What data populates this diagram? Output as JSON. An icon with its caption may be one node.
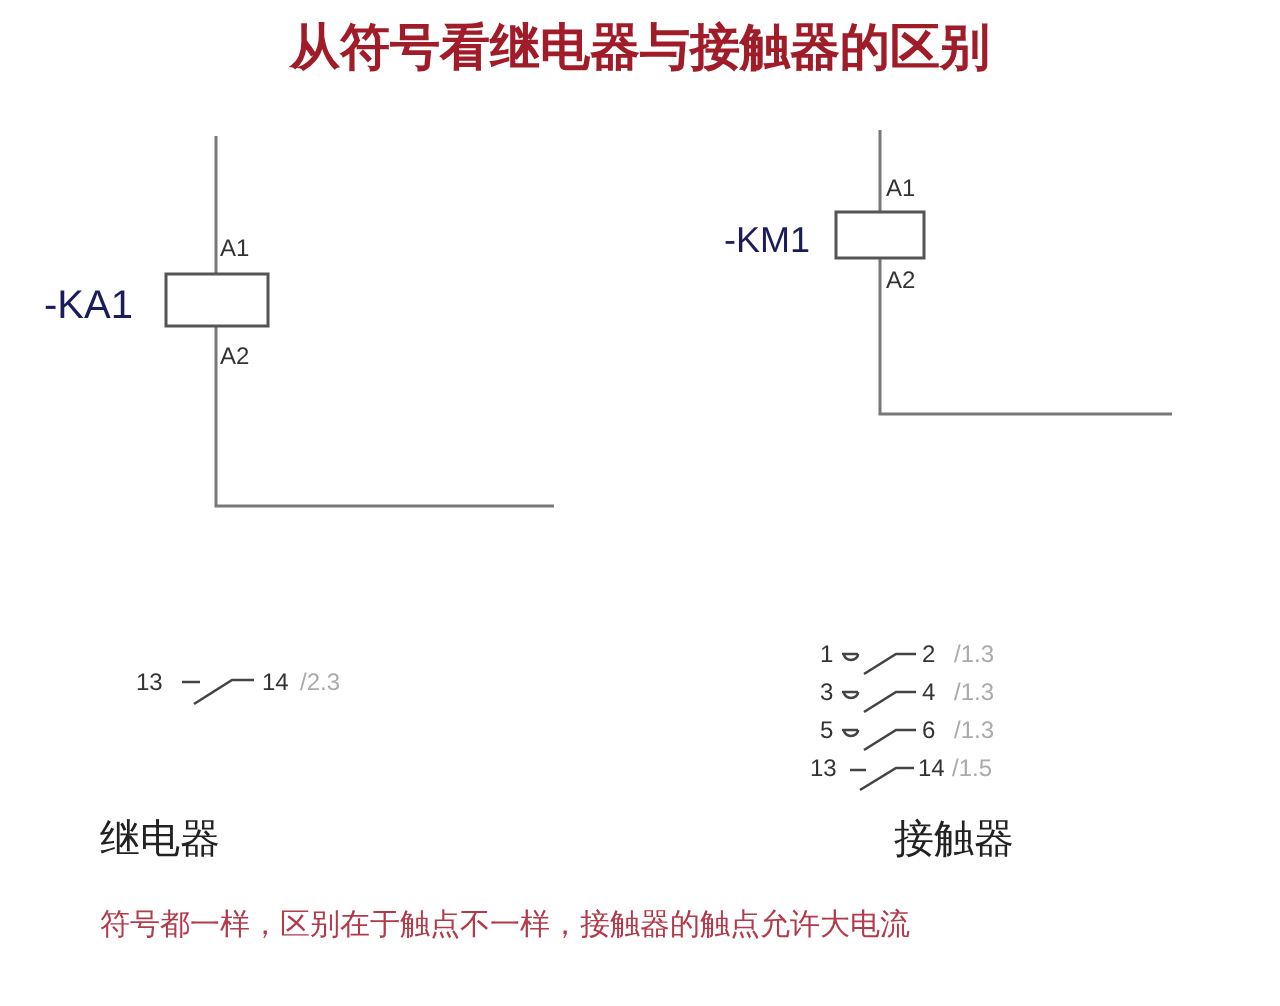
{
  "diagram": {
    "title": "从符号看继电器与接触器的区别",
    "labels": [
      "-KA1",
      "A1",
      "A2",
      "-KM1",
      "A1",
      "A2",
      "13",
      "14",
      "/2.3",
      "1",
      "2",
      "/1.3",
      "3",
      "4",
      "/1.3",
      "5",
      "6",
      "/1.3",
      "13",
      "14",
      "/1.5",
      "继电器",
      "接触器",
      "符号都一样，区别在于触点不一样，接触器的触点允许大电流"
    ]
  }
}
